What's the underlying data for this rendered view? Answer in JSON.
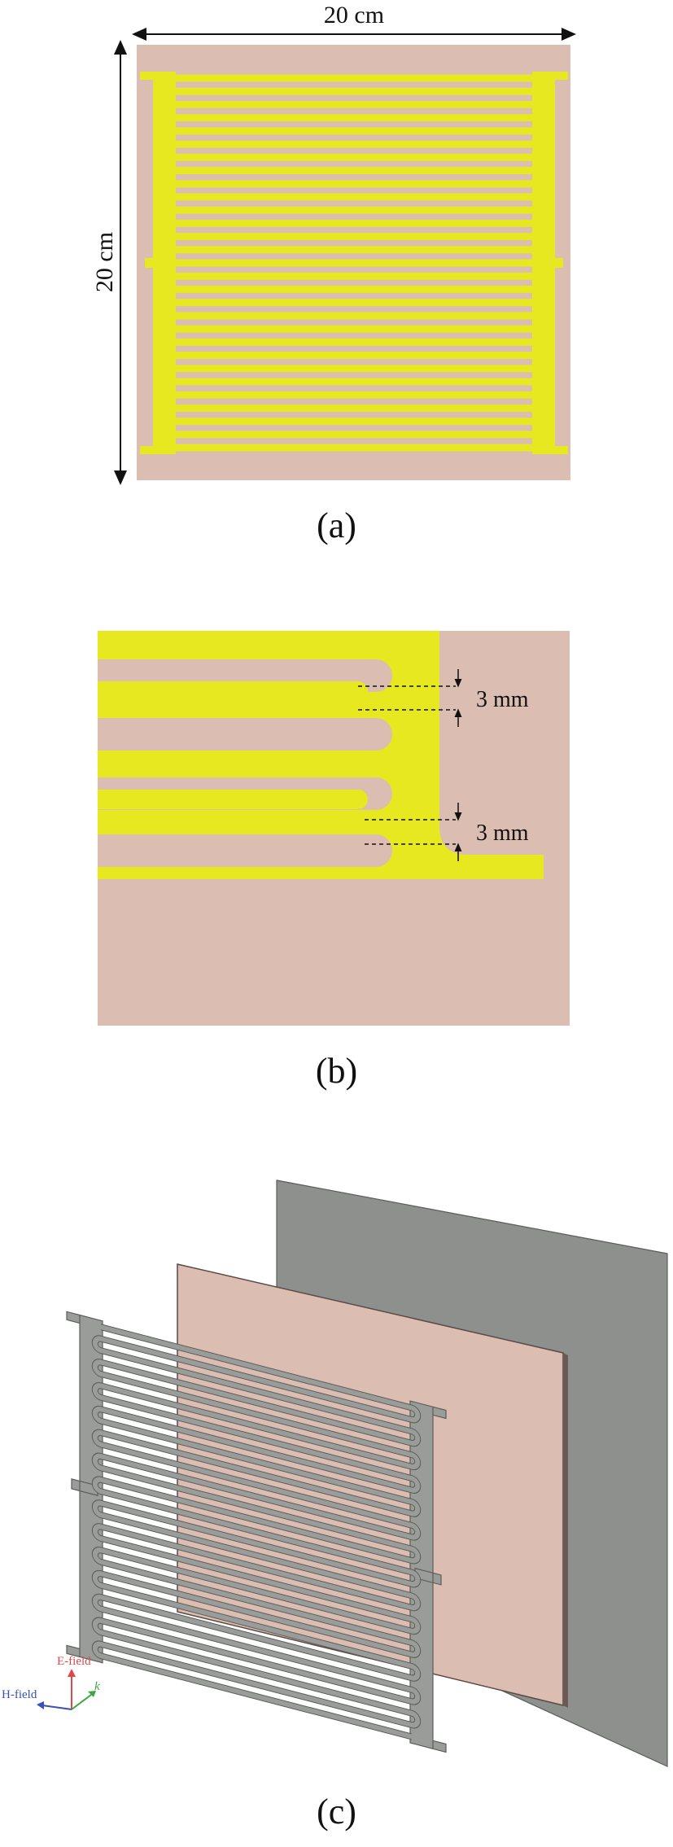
{
  "panel_a": {
    "width_label": "20 cm",
    "height_label": "20 cm",
    "caption": "(a)"
  },
  "panel_b": {
    "dim_top": "3 mm",
    "dim_bottom": "3 mm",
    "caption": "(b)"
  },
  "panel_c": {
    "axis_e": "E-field",
    "axis_h": "H-field",
    "axis_k": "k",
    "caption": "(c)"
  },
  "colors": {
    "substrate": "#dcbdb2",
    "metal": "#e7e81f",
    "ground": "#8e908e",
    "metal_3d": "#9a9c9a",
    "e_axis": "#e04848",
    "h_axis": "#3a4fb8",
    "k_axis": "#3aa640"
  }
}
